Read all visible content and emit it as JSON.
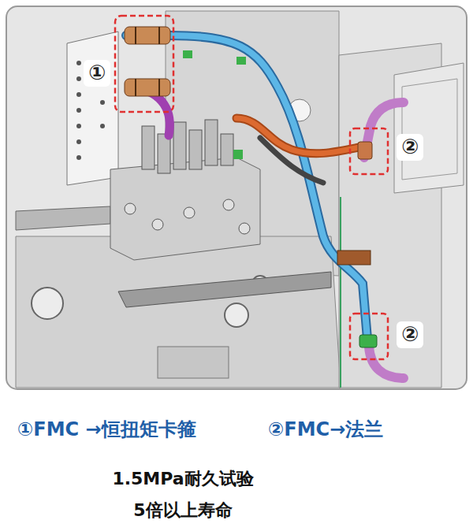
{
  "diagram": {
    "labels": [
      "①",
      "②",
      "②",
      "①FMC →恒扭矩卡箍",
      "②FMC→法兰",
      "1.5MPa耐久试验",
      "5倍以上寿命"
    ]
  }
}
